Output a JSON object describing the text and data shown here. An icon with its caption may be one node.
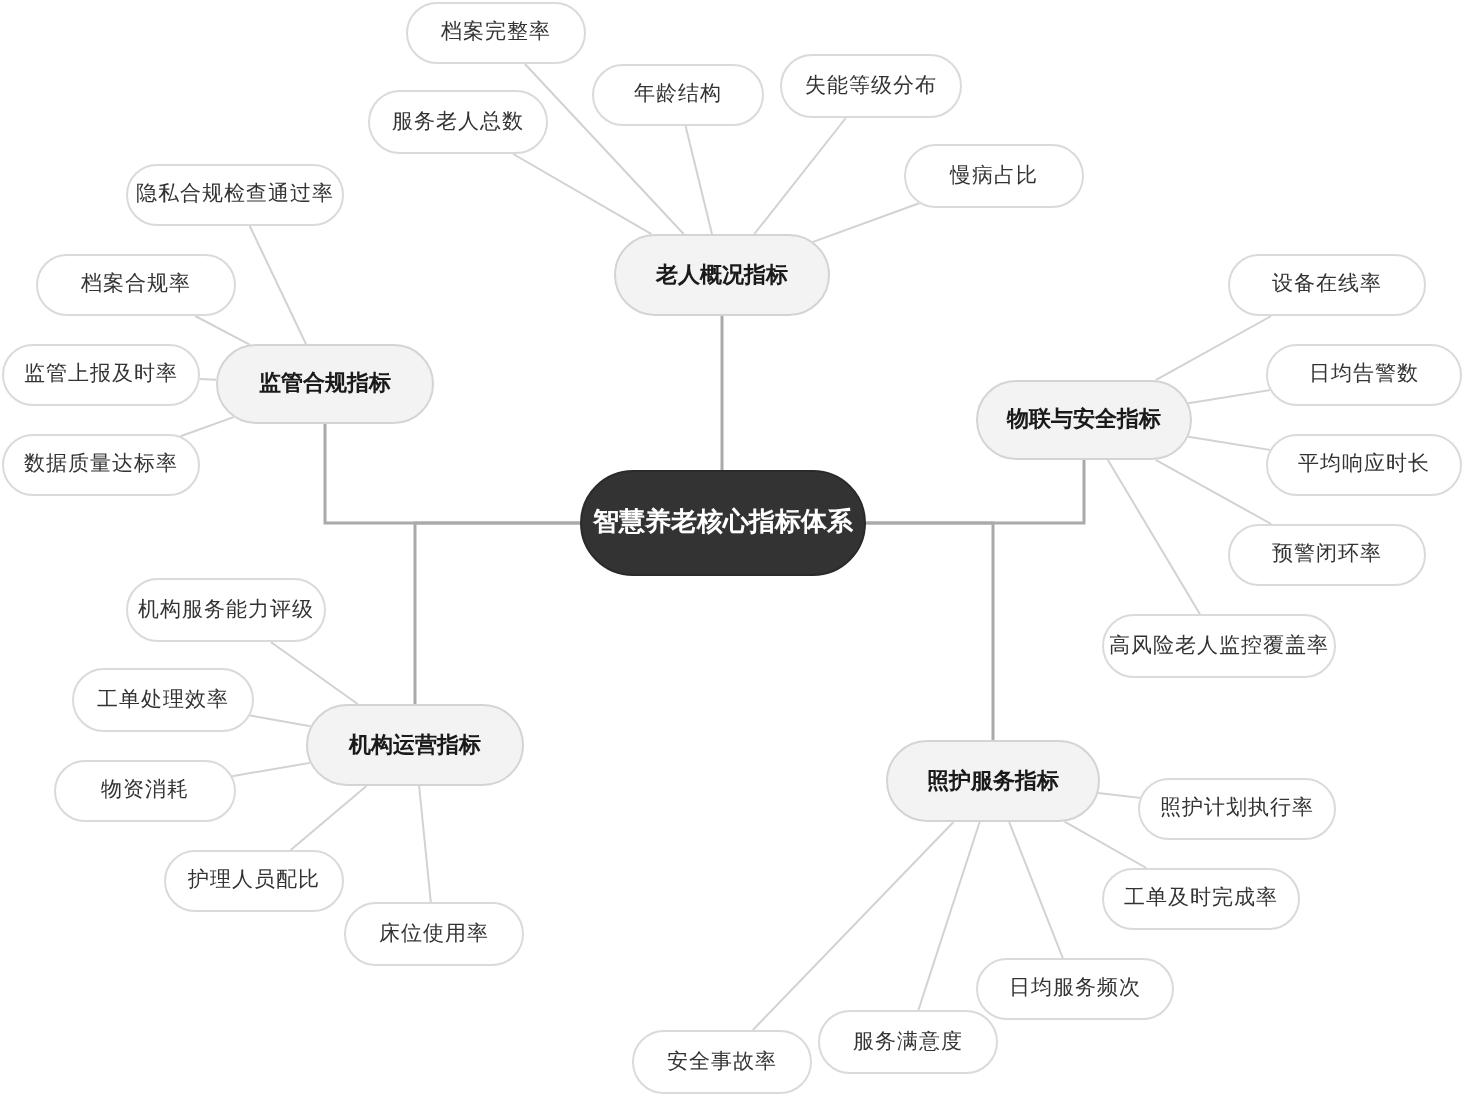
{
  "diagram": {
    "nodes": [
      {
        "text": [
          "智慧养老核心指标体系"
        ]
      },
      {
        "text": [
          "老人概况指标"
        ]
      },
      {
        "text": [
          "档案完整率"
        ]
      },
      {
        "text": [
          "年龄结构"
        ]
      },
      {
        "text": [
          "失能等级分布"
        ]
      },
      {
        "text": [
          "服务老人总数"
        ]
      },
      {
        "text": [
          "慢病占比"
        ]
      },
      {
        "text": [
          "监管合规指标"
        ]
      },
      {
        "text": [
          "隐私合规检查通过率"
        ]
      },
      {
        "text": [
          "档案合规率"
        ]
      },
      {
        "text": [
          "监管上报及时率"
        ]
      },
      {
        "text": [
          "数据质量达标率"
        ]
      },
      {
        "text": [
          "物联与安全指标"
        ]
      },
      {
        "text": [
          "设备在线率"
        ]
      },
      {
        "text": [
          "日均告警数"
        ]
      },
      {
        "text": [
          "平均响应时长"
        ]
      },
      {
        "text": [
          "预警闭环率"
        ]
      },
      {
        "text": [
          "高风险老人监控覆盖率"
        ]
      },
      {
        "text": [
          "机构运营指标"
        ]
      },
      {
        "text": [
          "机构服务能力评级"
        ]
      },
      {
        "text": [
          "工单处理效率"
        ]
      },
      {
        "text": [
          "物资消耗"
        ]
      },
      {
        "text": [
          "护理人员配比"
        ]
      },
      {
        "text": [
          "床位使用率"
        ]
      },
      {
        "text": [
          "照护服务指标"
        ]
      },
      {
        "text": [
          "照护计划执行率"
        ]
      },
      {
        "text": [
          "工单及时完成率"
        ]
      },
      {
        "text": [
          "日均服务频次"
        ]
      },
      {
        "text": [
          "服务满意度"
        ]
      },
      {
        "text": [
          "安全事故率"
        ]
      }
    ],
    "edges": [
      {
        "from": 0,
        "to": 1,
        "arrow": "none",
        "color": "#aaaaaa"
      },
      {
        "from": 0,
        "to": 7,
        "arrow": "none",
        "color": "#aaaaaa"
      },
      {
        "from": 0,
        "to": 12,
        "arrow": "none",
        "color": "#aaaaaa"
      },
      {
        "from": 0,
        "to": 18,
        "arrow": "none",
        "color": "#aaaaaa"
      },
      {
        "from": 0,
        "to": 24,
        "arrow": "none",
        "color": "#aaaaaa"
      },
      {
        "from": 1,
        "to": 2,
        "arrow": "none"
      },
      {
        "from": 1,
        "to": 3,
        "arrow": "none"
      },
      {
        "from": 1,
        "to": 4,
        "arrow": "none"
      },
      {
        "from": 1,
        "to": 5,
        "arrow": "none"
      },
      {
        "from": 1,
        "to": 6,
        "arrow": "none"
      },
      {
        "from": 7,
        "to": 8,
        "arrow": "none"
      },
      {
        "from": 7,
        "to": 9,
        "arrow": "none"
      },
      {
        "from": 7,
        "to": 10,
        "arrow": "none"
      },
      {
        "from": 7,
        "to": 11,
        "arrow": "none"
      },
      {
        "from": 12,
        "to": 13,
        "arrow": "none"
      },
      {
        "from": 12,
        "to": 14,
        "arrow": "none"
      },
      {
        "from": 12,
        "to": 15,
        "arrow": "none"
      },
      {
        "from": 12,
        "to": 16,
        "arrow": "none"
      },
      {
        "from": 12,
        "to": 17,
        "arrow": "none"
      },
      {
        "from": 18,
        "to": 19,
        "arrow": "none"
      },
      {
        "from": 18,
        "to": 20,
        "arrow": "none"
      },
      {
        "from": 18,
        "to": 21,
        "arrow": "none"
      },
      {
        "from": 18,
        "to": 22,
        "arrow": "none"
      },
      {
        "from": 18,
        "to": 23,
        "arrow": "none"
      },
      {
        "from": 24,
        "to": 25,
        "arrow": "none"
      },
      {
        "from": 24,
        "to": 26,
        "arrow": "none"
      },
      {
        "from": 24,
        "to": 27,
        "arrow": "none"
      },
      {
        "from": 24,
        "to": 28,
        "arrow": "none"
      },
      {
        "from": 24,
        "to": 29,
        "arrow": "none"
      }
    ]
  }
}
